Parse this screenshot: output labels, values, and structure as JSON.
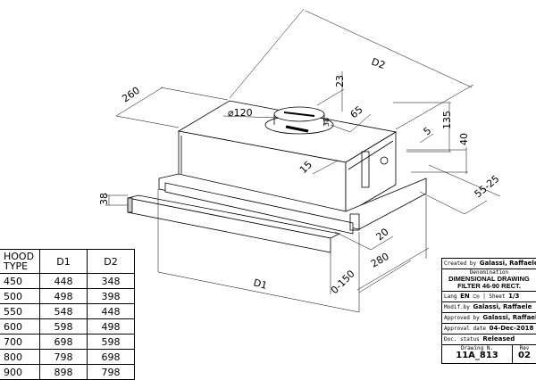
{
  "dimensions": {
    "d2": "D2",
    "d1": "D1",
    "depth_260": "260",
    "top_23": "23",
    "diameter": "⌀120",
    "offset_65": "65",
    "flange_38": "38",
    "height_135": "135",
    "edge_5": "5",
    "height_40": "40",
    "edge_15": "15",
    "range_55_25": "55-25",
    "front_38": "38",
    "gap_20": "20",
    "depth_280": "280",
    "extension_0_150": "0-150"
  },
  "hood_table": {
    "headers": [
      "HOOD TYPE",
      "D1",
      "D2"
    ],
    "rows": [
      [
        "450",
        "448",
        "348"
      ],
      [
        "500",
        "498",
        "398"
      ],
      [
        "550",
        "548",
        "448"
      ],
      [
        "600",
        "598",
        "498"
      ],
      [
        "700",
        "698",
        "598"
      ],
      [
        "800",
        "798",
        "698"
      ],
      [
        "900",
        "898",
        "798"
      ]
    ]
  },
  "title_block": {
    "created_label": "Created by",
    "created_value": "Galassi, Raffaele",
    "denomination_label": "Denomination",
    "denomination_value": "DIMENSIONAL DRAWING FILTER 46-90 RECT.",
    "lang_label": "Lang",
    "lang_value": "EN",
    "projection_icon": "first-angle-projection-icon",
    "sheet_label": "Sheet",
    "sheet_value": "1/3",
    "modif_label": "Modif.by",
    "modif_value": "Galassi, Raffaele",
    "approved_label": "Approved by",
    "approved_value": "Galassi, Raffaele",
    "approval_date_label": "Approval date",
    "approval_date_value": "04-Dec-2018",
    "status_label": "Doc. status",
    "status_value": "Released",
    "drawing_label": "Drawing N.",
    "drawing_value": "11A_813",
    "rev_label": "Rev",
    "rev_value": "02"
  }
}
